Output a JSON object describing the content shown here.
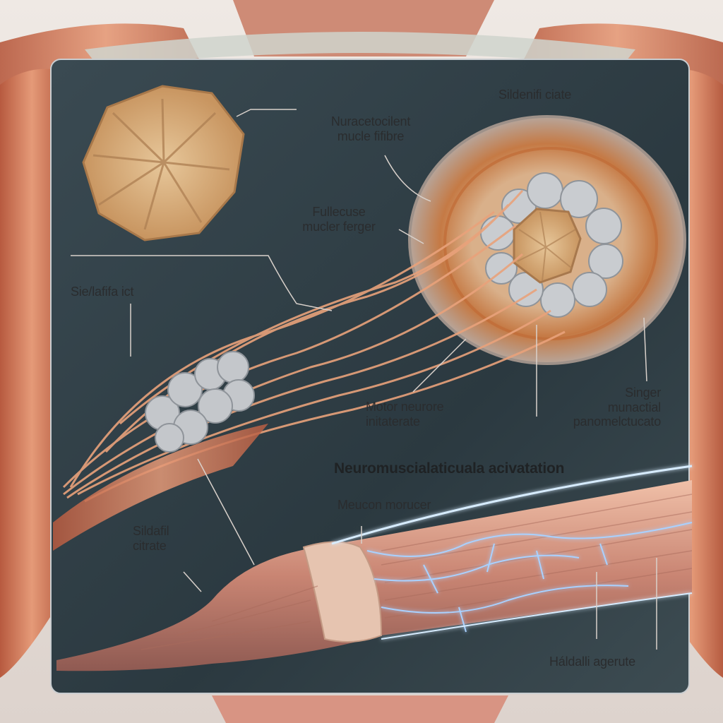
{
  "labels": {
    "sildenafil_citrate_top": "Sildenifi ciate",
    "neuromuscular_fibre": [
      "Nuracetocilent",
      "mucle fifibre"
    ],
    "fulluscle_finger": [
      "Fullecuse",
      "mucler ferger"
    ],
    "sildenafil_left": "Sie/lafifa ict",
    "motor_neuron": [
      "Motor neurore",
      "initaterate"
    ],
    "singer_muscle": [
      "Singer",
      "munactial",
      "panomelctucato"
    ],
    "activation_heading": "Neuromuscialaticuala acivatation",
    "mucon_moruncer": "Meucon morucer",
    "sildafil_citrate": [
      "Sildafil",
      "citrate"
    ],
    "haldalli_agerute": "Háldalli agerute"
  },
  "colors": {
    "panel_bg": "#2f3d45",
    "muscle": "#d98c6c",
    "nerve": "#e8a47c",
    "cluster": "#b8bcc2",
    "disc": "#d8b07c",
    "electric": "#9cc8ff"
  }
}
